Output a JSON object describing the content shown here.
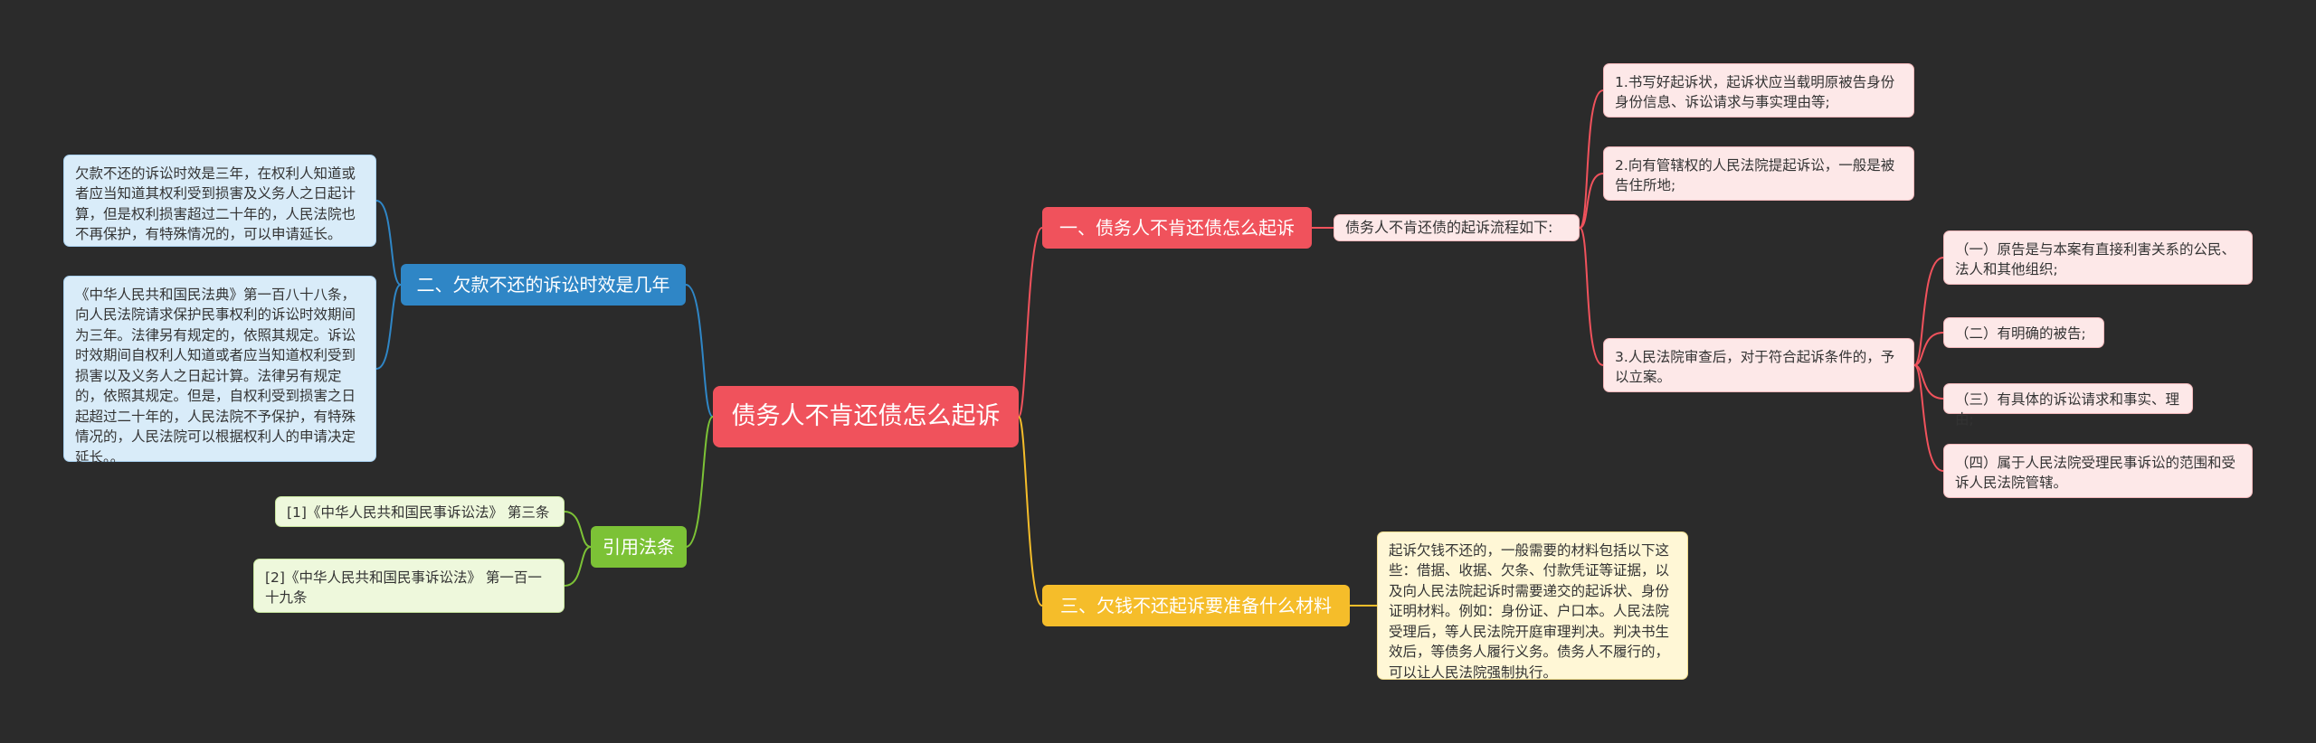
{
  "root": "债务人不肯还债怎么起诉",
  "branches": {
    "b1": {
      "label": "一、债务人不肯还债怎么起诉",
      "mid": "债务人不肯还债的起诉流程如下:",
      "steps": [
        "1.书写好起诉状，起诉状应当载明原被告身份身份信息、诉讼请求与事实理由等;",
        "2.向有管辖权的人民法院提起诉讼，一般是被告住所地;",
        "3.人民法院审查后，对于符合起诉条件的，予以立案。"
      ],
      "conditions": [
        "（一）原告是与本案有直接利害关系的公民、法人和其他组织;",
        "（二）有明确的被告;",
        "（三）有具体的诉讼请求和事实、理由;",
        "（四）属于人民法院受理民事诉讼的范围和受诉人民法院管辖。"
      ]
    },
    "b2": {
      "label": "二、欠款不还的诉讼时效是几年",
      "leaves": [
        "欠款不还的诉讼时效是三年，在权利人知道或者应当知道其权利受到损害及义务人之日起计算，但是权利损害超过二十年的，人民法院也不再保护，有特殊情况的，可以申请延长。",
        "《中华人民共和国民法典》第一百八十八条，向人民法院请求保护民事权利的诉讼时效期间为三年。法律另有规定的，依照其规定。诉讼时效期间自权利人知道或者应当知道权利受到损害以及义务人之日起计算。法律另有规定的，依照其规定。但是，自权利受到损害之日起超过二十年的，人民法院不予保护，有特殊情况的，人民法院可以根据权利人的申请决定延长。。"
      ]
    },
    "b3": {
      "label": "三、欠钱不还起诉要准备什么材料",
      "leaf": "起诉欠钱不还的，一般需要的材料包括以下这些：借据、收据、欠条、付款凭证等证据，以及向人民法院起诉时需要递交的起诉状、身份证明材料。例如：身份证、户口本。人民法院受理后，等人民法院开庭审理判决。判决书生效后，等债务人履行义务。债务人不履行的，可以让人民法院强制执行。"
    },
    "b4": {
      "label": "引用法条",
      "leaves": [
        "[1]《中华人民共和国民事诉讼法》 第三条",
        "[2]《中华人民共和国民事诉讼法》 第一百一十九条"
      ]
    }
  },
  "colors": {
    "background": "#2b2b2b",
    "red": "#f0525c",
    "blue": "#2f86c6",
    "green": "#7cc236",
    "gold": "#f5bd2a"
  }
}
